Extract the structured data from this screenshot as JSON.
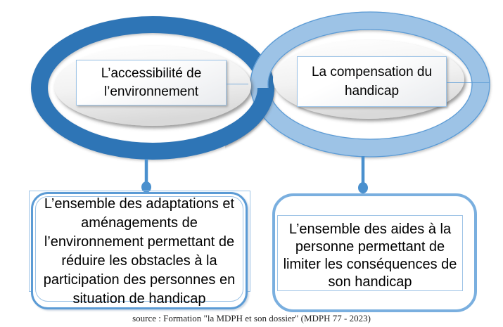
{
  "colors": {
    "dark_ring": "#2E75B6",
    "light_ring": "#9DC3E6",
    "light_ring_edge": "#5B9BD5",
    "connector": "#4A90CE",
    "box_border_left": "#5B9BD5",
    "box_border_right": "#7AAFDF",
    "thin_border": "#9DC3E6",
    "text": "#000000"
  },
  "venn": {
    "left_circle": {
      "label": "L’accessibilité de\nl’environnement"
    },
    "right_circle": {
      "label": "La compensation du\nhandicap"
    }
  },
  "definitions": {
    "left": "L’ensemble des adaptations et\naménagements de\nl’environnement permettant de\nréduire les obstacles à la\nparticipation des personnes en\nsituation de handicap",
    "right": "L’ensemble des aides à la\npersonne permettant de\nlimiter les conséquences de\nson handicap"
  },
  "footer": {
    "source": "source : Formation \"la MDPH et son dossier\" (MDPH 77 - 2023)"
  }
}
